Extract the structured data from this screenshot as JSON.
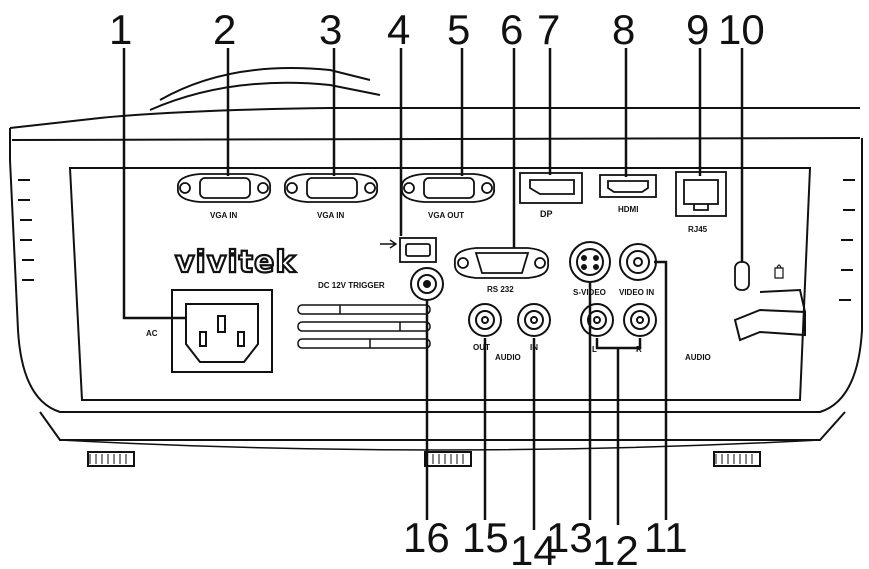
{
  "brand": "vivitek",
  "callouts": [
    {
      "n": "1"
    },
    {
      "n": "2"
    },
    {
      "n": "3"
    },
    {
      "n": "4"
    },
    {
      "n": "5"
    },
    {
      "n": "6"
    },
    {
      "n": "7"
    },
    {
      "n": "8"
    },
    {
      "n": "9"
    },
    {
      "n": "10"
    },
    {
      "n": "11"
    },
    {
      "n": "12"
    },
    {
      "n": "13"
    },
    {
      "n": "14"
    },
    {
      "n": "15"
    },
    {
      "n": "16"
    }
  ],
  "port_labels": {
    "ac": "AC",
    "vga_in_1": "VGA IN",
    "vga_in_2": "VGA IN",
    "vga_out": "VGA OUT",
    "displayport": "DP",
    "hdmi": "HDMI",
    "rj45": "RJ45",
    "rs232": "RS 232",
    "dc_trigger": "DC 12V TRIGGER",
    "svideo": "S-VIDEO",
    "video_in": "VIDEO IN",
    "audio_out": "OUT",
    "audio_in": "IN",
    "audio_center": "AUDIO",
    "audio_right": "AUDIO",
    "left_ch": "L",
    "right_ch": "R"
  },
  "colors": {
    "line": "#111111",
    "body": "#ffffff",
    "panel": "#f2f2f2"
  }
}
